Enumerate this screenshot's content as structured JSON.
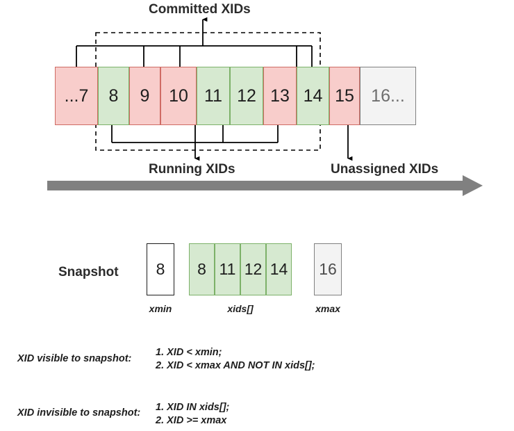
{
  "diagram": {
    "title_committed": "Committed XIDs",
    "title_running": "Running XIDs",
    "title_unassigned": "Unassigned XIDs",
    "timeline_cells": [
      {
        "label": "...7",
        "state": "committed",
        "width": 62
      },
      {
        "label": "8",
        "state": "running",
        "width": 45
      },
      {
        "label": "9",
        "state": "committed",
        "width": 45
      },
      {
        "label": "10",
        "state": "committed",
        "width": 52
      },
      {
        "label": "11",
        "state": "running",
        "width": 48
      },
      {
        "label": "12",
        "state": "running",
        "width": 48
      },
      {
        "label": "13",
        "state": "committed",
        "width": 48
      },
      {
        "label": "14",
        "state": "running",
        "width": 47
      },
      {
        "label": "15",
        "state": "committed",
        "width": 44
      },
      {
        "label": "16...",
        "state": "unassigned",
        "width": 81
      }
    ],
    "colors": {
      "committed_fill": "#f8cdcb",
      "committed_border": "#cf6b64",
      "running_fill": "#d6e9d0",
      "running_border": "#7cb168",
      "unassigned_fill": "#f3f3f3",
      "unassigned_border": "#808080",
      "timeline_arrow": "#808080",
      "connector_line": "#000000"
    }
  },
  "snapshot": {
    "label": "Snapshot",
    "xmin": {
      "value": "8",
      "caption": "xmin"
    },
    "xids": {
      "values": [
        "8",
        "11",
        "12",
        "14"
      ],
      "caption": "xids[]"
    },
    "xmax": {
      "value": "16",
      "caption": "xmax"
    }
  },
  "rules": {
    "visible": {
      "term": "XID visible to snapshot:",
      "items": [
        "1. XID < xmin;",
        "2. XID < xmax AND NOT IN xids[];"
      ]
    },
    "invisible": {
      "term": "XID invisible to snapshot:",
      "items": [
        "1. XID IN xids[];",
        "2. XID >= xmax"
      ]
    }
  }
}
